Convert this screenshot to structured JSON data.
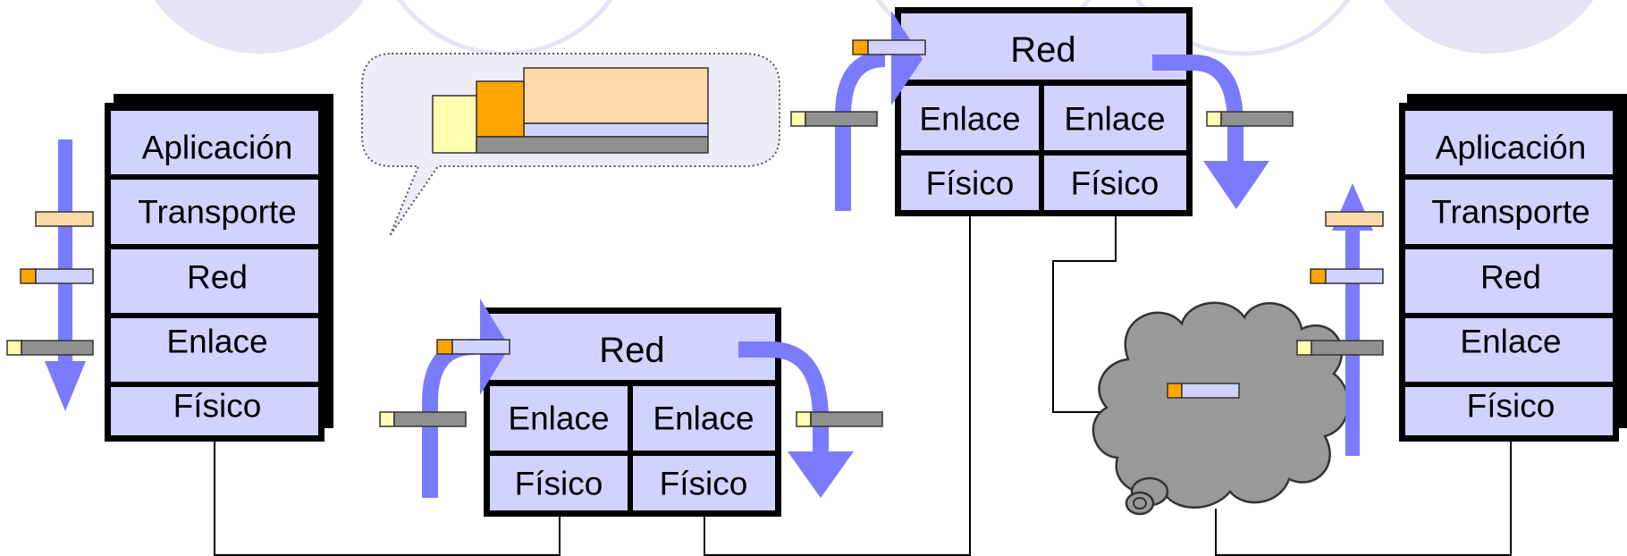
{
  "colors": {
    "layer_fill": "#d2d2ff",
    "arrow": "#7b7bff",
    "header_orange": "#ffa500",
    "app_yellow": "#ffffb0",
    "transport_peach": "#ffd8a8",
    "link_gray": "#909090",
    "cloud_gray": "#999999",
    "background_circle": "#e4e4f4"
  },
  "source_host": {
    "layers": [
      "Aplicación",
      "Transporte",
      "Red",
      "Enlace",
      "Físico"
    ]
  },
  "router_1": {
    "network_label": "Red",
    "left_link": "Enlace",
    "right_link": "Enlace",
    "left_physical": "Físico",
    "right_physical": "Físico"
  },
  "router_2": {
    "network_label": "Red",
    "left_link": "Enlace",
    "right_link": "Enlace",
    "left_physical": "Físico",
    "right_physical": "Físico"
  },
  "destination_host": {
    "layers": [
      "Aplicación",
      "Transporte",
      "Red",
      "Enlace",
      "Físico"
    ]
  }
}
